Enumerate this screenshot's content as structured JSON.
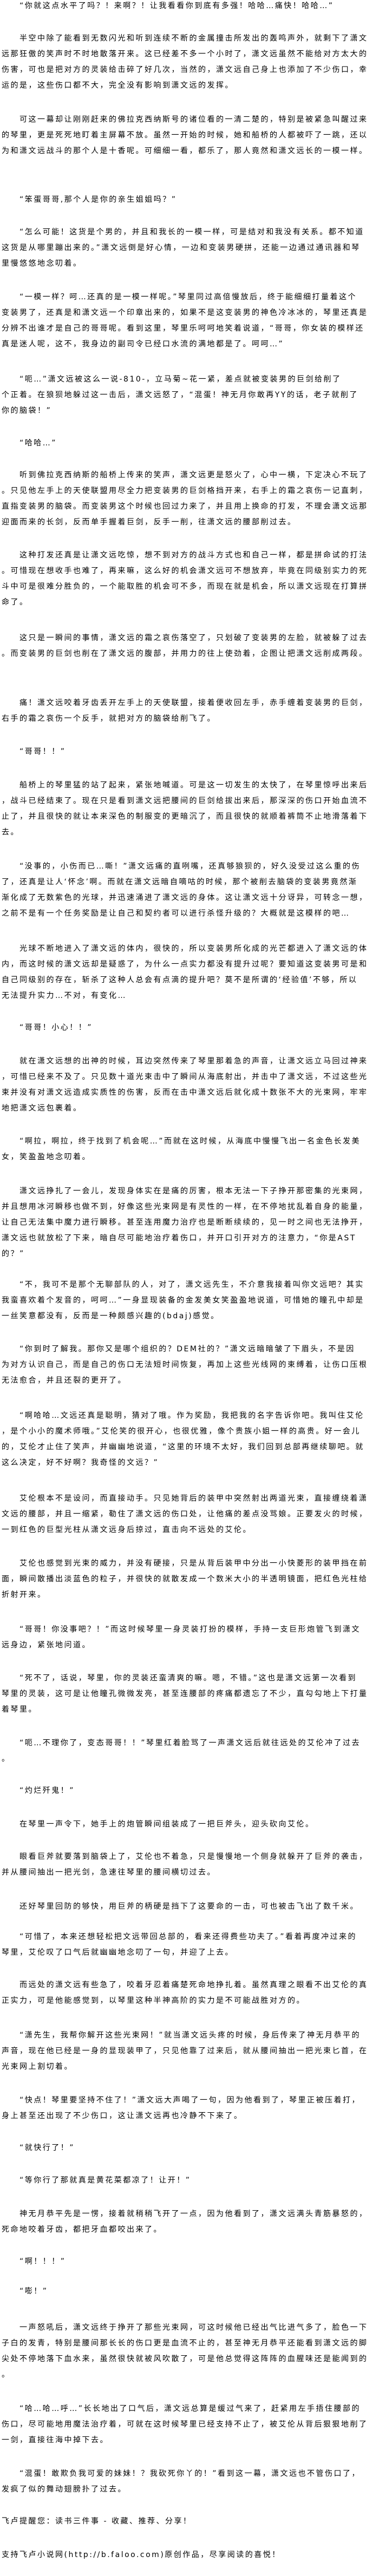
{
  "paragraphs": [
    {
      "lines": [
        "“你就这点水平了吗？！来啊？！让我看看你到底有多强！哈哈…痛快！哈哈…”"
      ]
    },
    {
      "lines": [
        "半空中除了能看到无数闪光和听到连续不断的金属撞击所发出的轰鸣声外，就剩下了潇文",
        "远那狂傲的笑声时不时地散落开来。这已经差不多一个小时了，潇文远虽然不能给对方太大的",
        "伤害，可也是把对方的灵装给击碎了好几次，当然的，潇文远自己身上也添加了不少伤口，幸",
        "运的是，这些伤口都不大，完全没有影响到潇文远的发挥。"
      ]
    },
    {
      "lines": [
        "可这一幕却让刚刚赶来的佛拉克西纳斯号的诸位看的一清二楚的，特别是被紧急叫醒过来",
        "的琴里，更是死死地盯着主屏幕不放。虽然一开始的时候，她和船桥的人都被吓了一跳，还以",
        "为和潇文远战斗的那个人是十香呢。可细细一看，都乐了，那人竟然和潇文远长的一模一样。"
      ]
    },
    {
      "lines": [
        "“笨蛋哥哥,那个人是你的亲生姐姐吗？”"
      ]
    },
    {
      "lines": [
        "“怎么可能！这货是个男的，并且和我长的一模一样，可是结对和我没有关系。都不知道",
        "这货是从哪里蹦出来的。”潇文远倒是好心情，一边和变装男硬拼，还能一边通过通讯器和琴",
        "里慢悠悠地念叨着。"
      ]
    },
    {
      "lines": [
        "“一模一样？呵…还真的是一模一样呢。”琴里同过高倍慢放后，终于能细细打量着这个",
        "变装男了，还真是和潇文远一个印章出来的，如果不是这变装男的神色冷冰冰的，琴里还真是",
        "分辨不出谁才是自己的哥哥呢。看到这里，琴里乐呵呵地笑着说道，“哥哥，你女装的模样还",
        "真是迷人呢，这不，我身边的副司令已经口水流的满地都是了。呵呵…”"
      ]
    },
    {
      "lines": [
        "“呃…”潇文远被这么一说-810-，立马菊~花一紧，差点就被变装男的巨剑给削了",
        "个正着。在狼狈地躲过这一击后，潇文远怒了，“混蛋！神无月你敢再YY的话，老子就削了",
        "你的脑袋！”"
      ]
    },
    {
      "lines": [
        "“哈哈…”"
      ]
    },
    {
      "lines": [
        "听到佛拉克西纳斯的船桥上传来的笑声，潇文远更是怒火了，心中一横，下定决心不玩了",
        "。只见他左手上的天使联盟用尽全力把变装男的巨剑格挡开来，右手上的霜之哀伤一记直刺，",
        "直指变装男的脑袋。而变装男这个时候也回过力来了，并且用上换命的打发，不理会潇文远那",
        "迎面而来的长剑，反而单手握着巨剑，反手一削，往潇文远的腰部削过去。"
      ]
    },
    {
      "lines": [
        "这种打发还真是让潇文远吃惊，想不到对方的战斗方式也和自己一样，都是拼命试的打法",
        "。可惜现在想收手也难了，再来嘛，这么好的机会潇文远可不想放弃，毕竟在同级别实力的死",
        "斗中可是很难分胜负的，一个能取胜的机会可不多，而现在就是机会，所以潇文远现在打算拼",
        "命了。"
      ]
    },
    {
      "lines": [
        "这只是一瞬间的事情，潇文远的霜之哀伤落空了，只划破了变装男的左脸，就被躲了过去",
        "。而变装男的巨剑也削在了潇文远的腹部，并用力的往上使劲着，企图让把潇文远削成两段。"
      ]
    },
    {
      "lines": [
        "痛！潇文远咬着牙齿丢开左手上的天使联盟，接着便收回左手，赤手缠着变装男的巨剑，",
        "右手的霜之哀伤一个反手，就把对方的脑袋给削飞了。"
      ]
    },
    {
      "lines": [
        "“哥哥！！”"
      ]
    },
    {
      "lines": [
        "船桥上的琴里猛的站了起来，紧张地喊道。可是这一切发生的太快了，在琴里惊呼出来后",
        "，战斗已经结束了。现在只是看到潇文远把腰间的巨剑给拔出来后，那深深的伤口开始血流不",
        "止了，并且很快的就让本来深色的制服变的更暗沉了，而且很快的就顺着裤筒不止地滑落着下",
        "去。"
      ]
    },
    {
      "lines": [
        "“没事的，小伤而已…嘶！”潇文远痛的直咧嘴，还真够狼狈的，好久没受过这么重的伤",
        "了，还真是让人‘怀念’啊。而就在潇文远暗自嘀咕的时候，那个被削去脑袋的变装男竟然渐",
        "渐化成了无数紫色的光球，并迅速涌进了潇文远的身体。这让潇文远十分讶异，可转念一想，",
        "之前不是有一个任务奖励是让自己和契约者可以进行杀怪升级的？大概就是这模样的吧…"
      ]
    },
    {
      "lines": [
        "光球不断地进入了潇文远的体内，很快的，所以变装男所化成的光芒都进入了潇文远的体",
        "内，而这时候的潇文远却是疑惑了，为什么一点实力都没有提升过呢？要知道这变装男可是和",
        "自己同级别的存在，斩杀了这种人总会有点滴的提升吧？莫不是所谓的‘经验值’不够，所以",
        "无法提升实力…不对，有变化…"
      ]
    },
    {
      "lines": [
        "“哥哥！小心！！”"
      ]
    },
    {
      "lines": [
        "就在潇文远想的出神的时候，耳边突然传来了琴里那着急的声音，让潇文远立马回过神来",
        "，可惜已经来不及了。只见数十道光束击中了瞬间从海底射出，并击中了潇文远，不过这些光",
        "束并没有对潇文远造成实质性的伤害，反而在击中潇文远后就化成十数张不大的光束网，牢牢",
        "地把潇文远包裹着。"
      ]
    },
    {
      "lines": [
        "“啊拉，啊拉，终于找到了机会呢…”而就在这时候，从海底中慢慢飞出一名金色长发美",
        "女，笑盈盈地念叨着。"
      ]
    },
    {
      "lines": [
        "潇文远挣扎了一会儿，发现身体实在是痛的厉害，根本无法一下子挣开那密集的光束网，",
        "并且想用冰河瞬移也做不到，好像这些光束网是有灵性的一样，在不停地扰乱着自身的能量，",
        "让自己无法集中魔力进行瞬移。甚至连用魔力治疗也是断断续续的，见一时之间也无法挣开，",
        "潇文远也就放松了下来，暗自尽可能地治疗着伤口，并开口引开对方的注意力，“你是AST",
        "的？”"
      ]
    },
    {
      "lines": [
        "“不，我可不是那个无聊部队的人，对了，潇文远先生，不介意我接着叫你文远吧？其实",
        "我蛮喜欢着个发音的，呵呵…”一身显现装备的金发美女笑盈盈地说道，可惜她的瞳孔中却是",
        "一丝笑意都没有，反而是一种颇感兴趣的(bdaj)感觉。"
      ]
    },
    {
      "lines": [
        "“你到时了解我。那你又是哪个组织的？DEM社的？”潇文远暗暗皱了下眉头，不是因",
        "为对方认识自己，而是自己的伤口无法短时间恢复，再加上这些光线网的束缚着，让伤口压根",
        "无法愈合，并且还裂的更开了。"
      ]
    },
    {
      "lines": [
        "“啊哈哈…文远还真是聪明，猜对了哦。作为奖励，我把我的名字告诉你吧。我叫住艾伦",
        "，是个小小的魔术师哦。”艾伦笑的很开心，也很优雅，像个贵族小姐一样的高贵。好一会儿",
        "的，艾伦才止住了笑声，并幽幽地说道，“这里的环境不太好，我们回到总部再继续聊吧。就",
        "这么决定，好不好啊？我奇怪的文远？”"
      ]
    },
    {
      "lines": [
        "艾伦根本不是设问，而直接动手。只见她背后的装甲中突然射出两道光束，直接缠绕着潇",
        "文远的腰部，并且一缩紧，勒住了潇文远的伤口处，让他痛的差点没骂娘。正要发火的时候，",
        "一到红色的巨型光柱从潇文远身后掠过，直击向不远处的艾伦。"
      ]
    },
    {
      "lines": [
        "艾伦也感觉到光束的威力，并没有硬接，只是从背后装甲中分出一小快菱形的装甲挡在前",
        "面，瞬间散播出淡蓝色的粒子，并很快的就散发成一个数米大小的半透明镜面，把红色光柱给",
        "折射开来。"
      ]
    },
    {
      "lines": [
        "“哥哥！你没事吧？！”而这时候琴里一身灵装打扮的模样，手持一支巨形炮管飞到潇文",
        "远身边，紧张地问道。"
      ]
    },
    {
      "lines": [
        "“死不了，话说，琴里，你的灵装还蛮清爽的嘛。嗯，不错。”这也是潇文远第一次看到",
        "琴里的灵装，这可是让他瞳孔微微发亮，甚至连腰部的疼痛都遗忘了不少，直勾勾地上下打量",
        "着琴里。"
      ]
    },
    {
      "lines": [
        "“呃…不理你了，变态哥哥！！”琴里红着脸骂了一声潇文远后就往远处的艾伦冲了过去",
        "。"
      ]
    },
    {
      "lines": [
        "“灼烂歼鬼！”"
      ]
    },
    {
      "lines": [
        "在琴里一声令下，她手上的炮管瞬间组装成了一把巨斧头，迎头砍向艾伦。"
      ]
    },
    {
      "lines": [
        "眼看巨斧就要落到脑袋上了，艾伦也不着急，只是慢慢地一个侧身就躲开了巨斧的袭击，",
        "并从腰间抽出一把光剑，急速往琴里的腰间横切过去。"
      ]
    },
    {
      "lines": [
        "还好琴里回防的够快，用巨斧的柄硬是挡下了这要命的一击，可也被击飞出了数千米。"
      ]
    },
    {
      "lines": [
        "“可惜了，本来还想轻松把文远带回总部的，看来还得费些功夫了。”看着再度冲过来的",
        "琴里，艾伦叹了口气后就幽幽地念叨了一句，并迎了上去。"
      ]
    },
    {
      "lines": [
        "而远处的潇文远有些急了，咬着牙忍着痛楚死命地挣扎着。虽然真理之眼看不出艾伦的真",
        "正实力，可是他能感觉到，以琴里这种半神高阶的实力是不可能战胜对方的。"
      ]
    },
    {
      "lines": [
        "“潇先生，我帮你解开这些光束网！”就当潇文远头疼的时候，身后传来了神无月恭平的",
        "声音，现在他已经是一身的显现装甲了，只见他靠了过来后，就从腰间抽出一把光束匕首，在",
        "光束网上割切着。"
      ]
    },
    {
      "lines": [
        "“快点！琴里要坚持不住了！”潇文远大声喝了一句，因为他看到了，琴里正被压着打，",
        "身上甚至还出现了不少伤口，这让潇文远再也冷静不下来了。"
      ]
    },
    {
      "lines": [
        "“就快行了！”"
      ]
    },
    {
      "lines": [
        "“等你行了那就真是黄花菜都凉了！让开！”"
      ]
    },
    {
      "lines": [
        "神无月恭平先是一愣，接着就稍稍飞开了一点，因为他看到了，潇文远满头青筋暴怒的，",
        "死命地咬着牙齿，都把牙血都咬出来了。"
      ]
    },
    {
      "lines": [
        "“啊！！！”"
      ]
    },
    {
      "lines": [
        "“嘭！”"
      ]
    },
    {
      "lines": [
        "一声怒吼后，潇文远终于挣开了那些光束网，可这时候他已经出气比进气多了，脸色一下",
        "子白的发青，特别是腰间那长长的伤口更是血流不止的，甚至神无月恭平还能看到潇文远的脚",
        "尖处不停地落下血水来，虽然很快就被风吹散了，可是他总觉得这阵阵的血腥味还是能闻到的",
        "。"
      ]
    },
    {
      "lines": [
        "“哈…哈…呼…”长长地出了口气后，潇文远总算是缓过气来了，赶紧用左手捂住腰部的",
        "伤口，尽可能地用魔法治疗着，可就在这时候琴里已经支持不止了，被艾伦从背后狠狠地削了",
        "一剑，直接往海中掉下去。"
      ]
    },
    {
      "lines": [
        "“混蛋！敢欺负我可爱的妹妹！？我砍死你丫的！”看到这一幕，潇文远也不管伤口了，",
        "发疯了似的舞动翅膀扑了过去。"
      ]
    }
  ],
  "footer": {
    "reminder": "飞卢提醒您：读书三件事 - 收藏、推荐、分享！",
    "support": "支持飞卢小说网(http://b.faloo.com)原创作品，尽享阅读的喜悦！"
  }
}
